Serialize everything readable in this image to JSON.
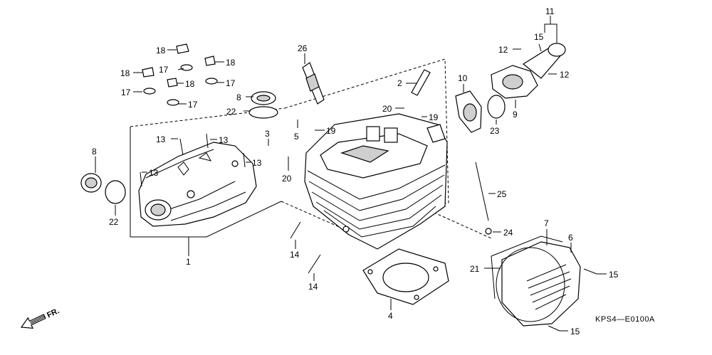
{
  "diagram": {
    "code": "KPS4—E0100A",
    "front_marker": "FR.",
    "labels": {
      "l1": "1",
      "l2": "2",
      "l3": "3",
      "l4": "4",
      "l5": "5",
      "l6": "6",
      "l7": "7",
      "l8a": "8",
      "l8b": "8",
      "l9": "9",
      "l10": "10",
      "l11": "11",
      "l12a": "12",
      "l12b": "12",
      "l13a": "13",
      "l13b": "13",
      "l13c": "13",
      "l13d": "13",
      "l14a": "14",
      "l14b": "14",
      "l15a": "15",
      "l15b": "15",
      "l15c": "15",
      "l17a": "17",
      "l17b": "17",
      "l17c": "17",
      "l17d": "17",
      "l18a": "18",
      "l18b": "18",
      "l18c": "18",
      "l18d": "18",
      "l19a": "19",
      "l19b": "19",
      "l20a": "20",
      "l20b": "20",
      "l21": "21",
      "l22a": "22",
      "l22b": "22",
      "l23": "23",
      "l24": "24",
      "l25": "25",
      "l26": "26"
    }
  }
}
